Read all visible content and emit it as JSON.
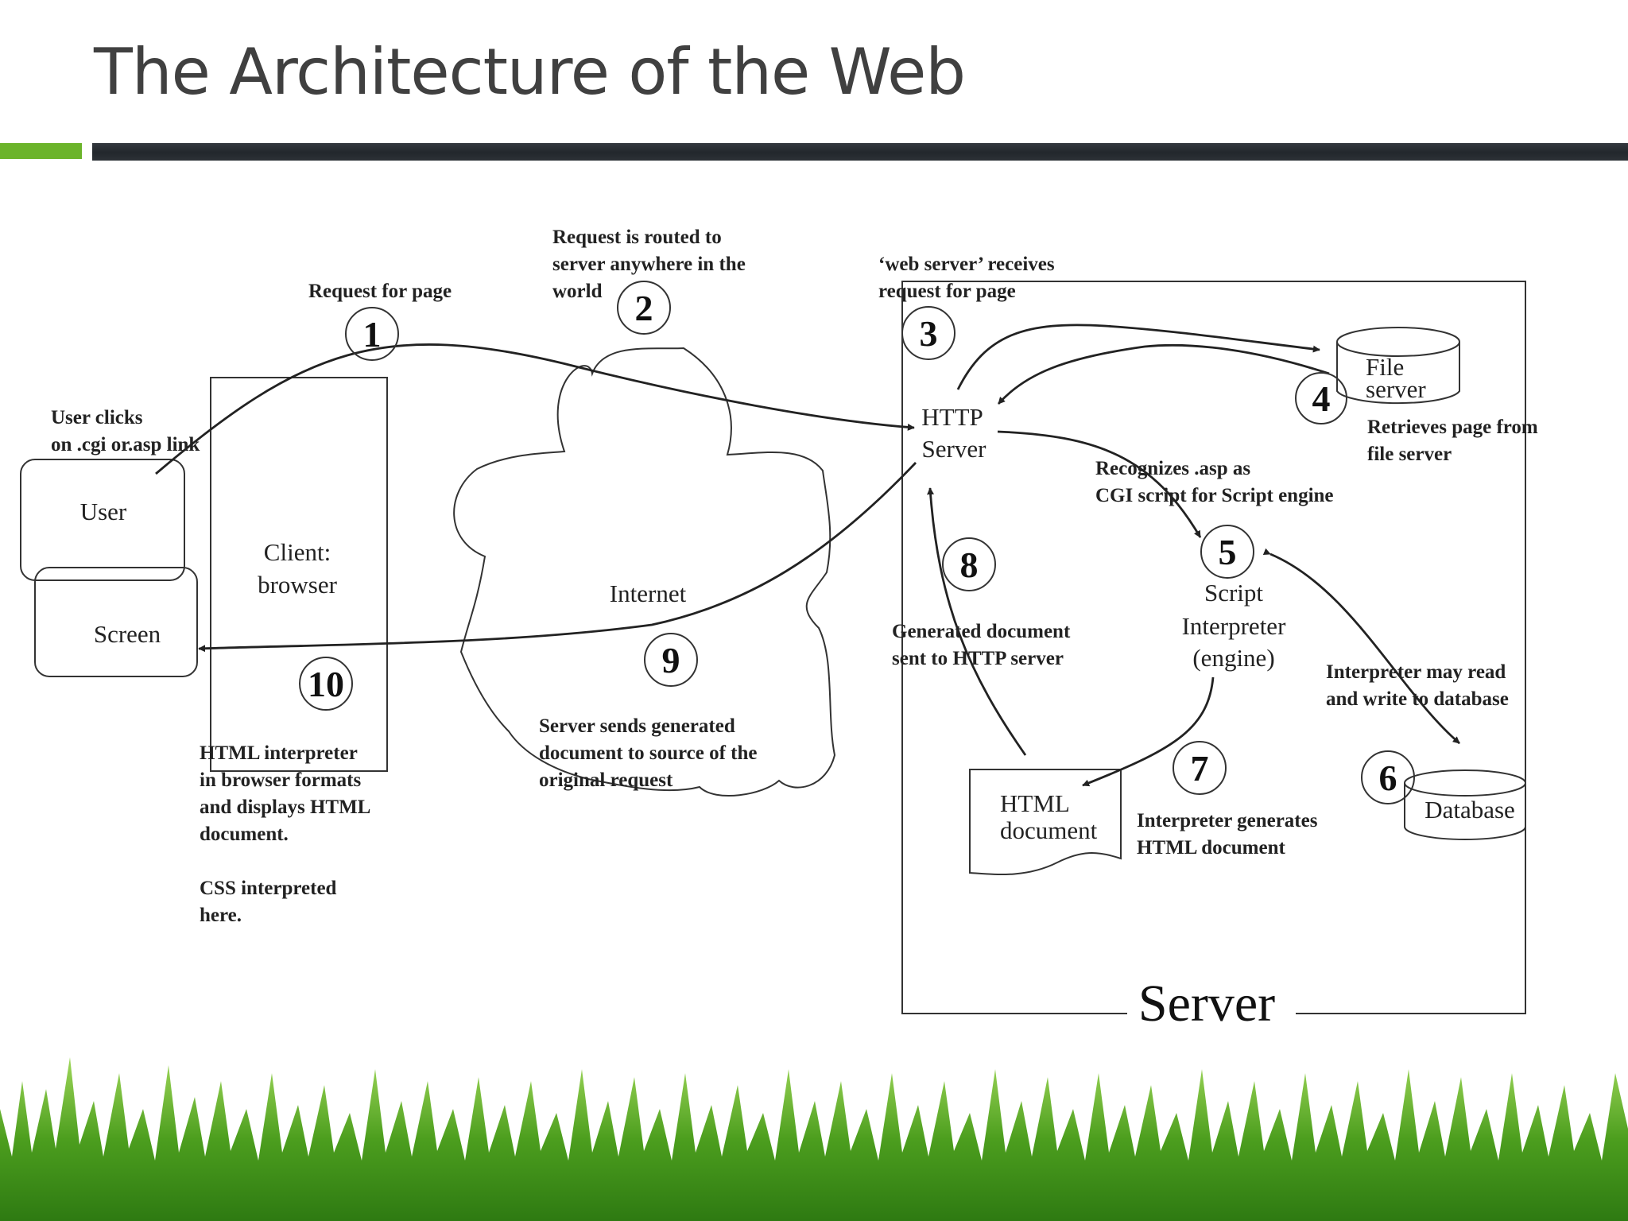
{
  "slide": {
    "title": "The Architecture of the Web"
  },
  "components": {
    "user": "User",
    "screen": "Screen",
    "client_line1": "Client:",
    "client_line2": "browser",
    "internet": "Internet",
    "http_line1": "HTTP",
    "http_line2": "Server",
    "file_line1": "File",
    "file_line2": "server",
    "script_line1": "Script",
    "script_line2": "Interpreter",
    "script_line3": "(engine)",
    "html_line1": "HTML",
    "html_line2": "document",
    "database": "Database",
    "server": "Server"
  },
  "steps": [
    {
      "number": "1",
      "lines": [
        "Request for page"
      ]
    },
    {
      "number": "2",
      "lines": [
        "Request is routed to",
        "server anywhere in the",
        "world"
      ]
    },
    {
      "number": "3",
      "lines": [
        "‘web server’ receives",
        "request for page"
      ]
    },
    {
      "number": "4",
      "lines": [
        "Retrieves page from",
        "file server"
      ]
    },
    {
      "number": "5",
      "lines": [
        "Recognizes .asp as",
        "CGI script for Script engine"
      ]
    },
    {
      "number": "6",
      "lines": [
        "Interpreter may read",
        "and write to database"
      ]
    },
    {
      "number": "7",
      "lines": [
        "Interpreter generates",
        "HTML document"
      ]
    },
    {
      "number": "8",
      "lines": [
        "Generated document",
        "sent to HTTP server"
      ]
    },
    {
      "number": "9",
      "lines": [
        "Server sends generated",
        "document to source of the",
        "original request"
      ]
    },
    {
      "number": "10",
      "lines": [
        "HTML interpreter",
        "in browser formats",
        "and displays HTML",
        "document.",
        "",
        "CSS interpreted",
        "here."
      ]
    }
  ],
  "notes": {
    "user_click_line1": "User clicks",
    "user_click_line2": "on .cgi or.asp link"
  }
}
